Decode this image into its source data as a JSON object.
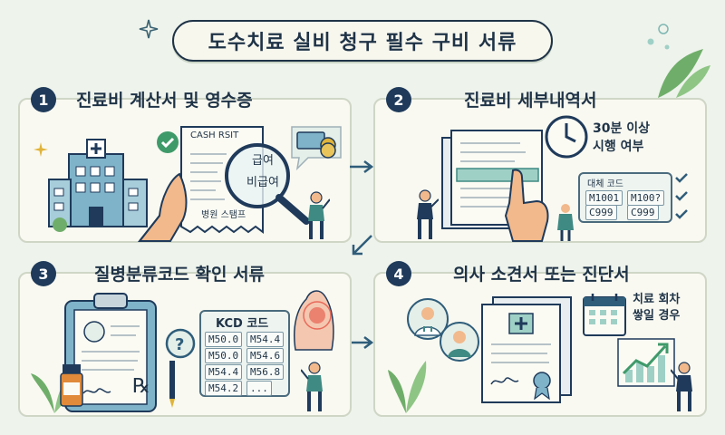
{
  "title": "도수치료 실비 청구 필수 구비 서류",
  "colors": {
    "navy": "#1f3a5a",
    "teal": "#3f8a83",
    "leaf": "#6fae6a",
    "bg": "#eef3ec"
  },
  "panels": [
    {
      "number": "1",
      "heading": "진료비 계산서 및 영수증",
      "receipt_header": "CASH RSIT",
      "magnifier_lines": [
        "급여",
        "비급여"
      ],
      "stamp_text": "병원 스탬프",
      "icons": [
        "hospital-icon",
        "check-icon",
        "receipt-icon",
        "magnifier-icon",
        "coins-card-icon",
        "person-icon"
      ]
    },
    {
      "number": "2",
      "heading": "진료비 세부내역서",
      "clock_caption": [
        "30분 이상",
        "시행 여부"
      ],
      "code_title": "대체 코드",
      "codes": [
        [
          "M1001",
          "M100?"
        ],
        [
          "C999",
          "C999"
        ]
      ],
      "icons": [
        "document-icon",
        "clock-icon",
        "hand-pointer-icon",
        "person-icon",
        "check-icon"
      ]
    },
    {
      "number": "3",
      "heading": "질병분류코드 확인 서류",
      "code_title": "KCD 코드",
      "codes": [
        [
          "M50.0",
          "M54.4"
        ],
        [
          "M50.0",
          "M54.6"
        ],
        [
          "M54.4",
          "M56.8"
        ],
        [
          "M54.2",
          "..."
        ]
      ],
      "rx_symbol": "℞",
      "icons": [
        "clipboard-icon",
        "question-icon",
        "pen-icon",
        "pill-bottle-icon",
        "back-pain-icon",
        "person-icon"
      ]
    },
    {
      "number": "4",
      "heading": "의사 소견서 또는 진단서",
      "caption": [
        "치료 회차",
        "쌓일 경우"
      ],
      "icons": [
        "doctor-icon",
        "patient-icon",
        "certificate-icon",
        "calendar-icon",
        "chart-up-icon",
        "person-icon"
      ]
    }
  ]
}
